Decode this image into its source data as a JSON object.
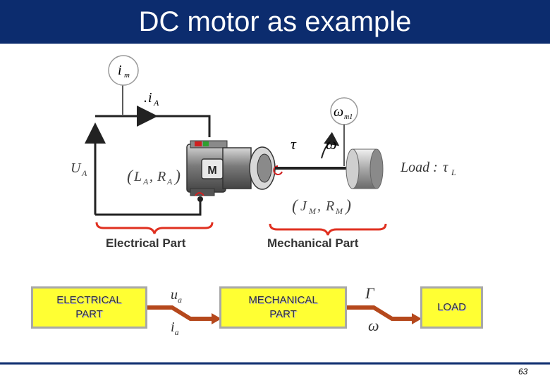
{
  "slide": {
    "title": "DC motor as example",
    "page_number": "63"
  },
  "figure": {
    "current_meter": {
      "symbol": "i",
      "sub": "m"
    },
    "current_label": {
      "prefix": ".",
      "symbol": "i",
      "sub": "A"
    },
    "speed_sensor": {
      "symbol": "ω",
      "sub": "m1"
    },
    "voltage_label": {
      "symbol": "U",
      "sub": "A"
    },
    "electrical_params": {
      "open": "(",
      "l": "L",
      "l_sub": "A",
      "comma": ", ",
      "r": "R",
      "r_sub": "A",
      "close": ")"
    },
    "mechanical_params": {
      "open": "(",
      "j": "J",
      "j_sub": "M",
      "comma": ", ",
      "r": "R",
      "r_sub": "M",
      "close": ")"
    },
    "torque_symbol": "τ",
    "omega_symbol": "ω",
    "motor_badge": "M",
    "load_label": {
      "text": "Load : ",
      "symbol": "τ",
      "sub": "L"
    },
    "electrical_part_label": "Electrical Part",
    "mechanical_part_label": "Mechanical Part"
  },
  "block_diagram": {
    "electrical_block": "ELECTRICAL PART",
    "mechanical_block": "MECHANICAL PART",
    "load_block": "LOAD",
    "ua": {
      "symbol": "u",
      "sub": "a"
    },
    "ia": {
      "symbol": "i",
      "sub": "a"
    },
    "gamma": "Γ",
    "omega": "ω"
  },
  "colors": {
    "title_bar": "#0c2c6e",
    "block_fill": "#ffff33",
    "arrow": "#b5481c",
    "brace": "#e03020",
    "motor_body": "#6f6f6f"
  }
}
